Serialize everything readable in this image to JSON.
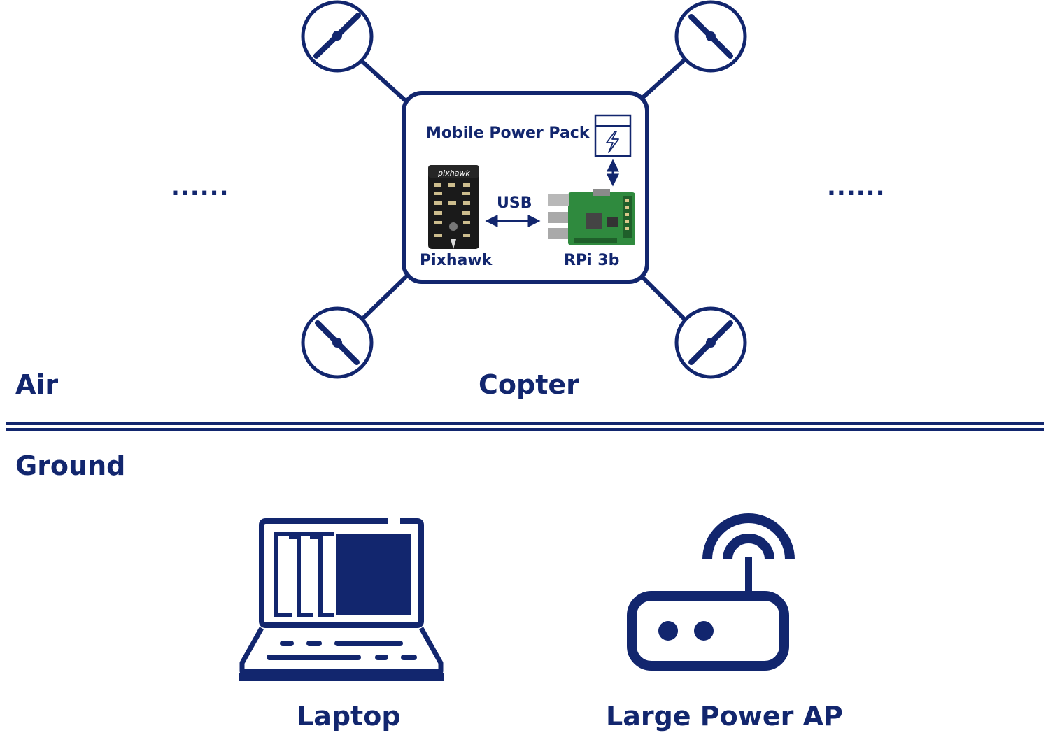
{
  "sections": {
    "air": "Air",
    "ground": "Ground"
  },
  "copter": {
    "title": "Copter",
    "power_pack": "Mobile Power Pack",
    "flight_controller": "Pixhawk",
    "flight_controller_logo": "pixhawk",
    "companion": "RPi 3b",
    "link": "USB"
  },
  "ellipsis": {
    "left": "......",
    "right": "......"
  },
  "ground_devices": {
    "laptop": "Laptop",
    "access_point": "Large Power AP"
  },
  "colors": {
    "accent": "#12266e",
    "background": "#ffffff",
    "board": "#2f8a3e",
    "pixhawk": "#1a1a1a"
  }
}
